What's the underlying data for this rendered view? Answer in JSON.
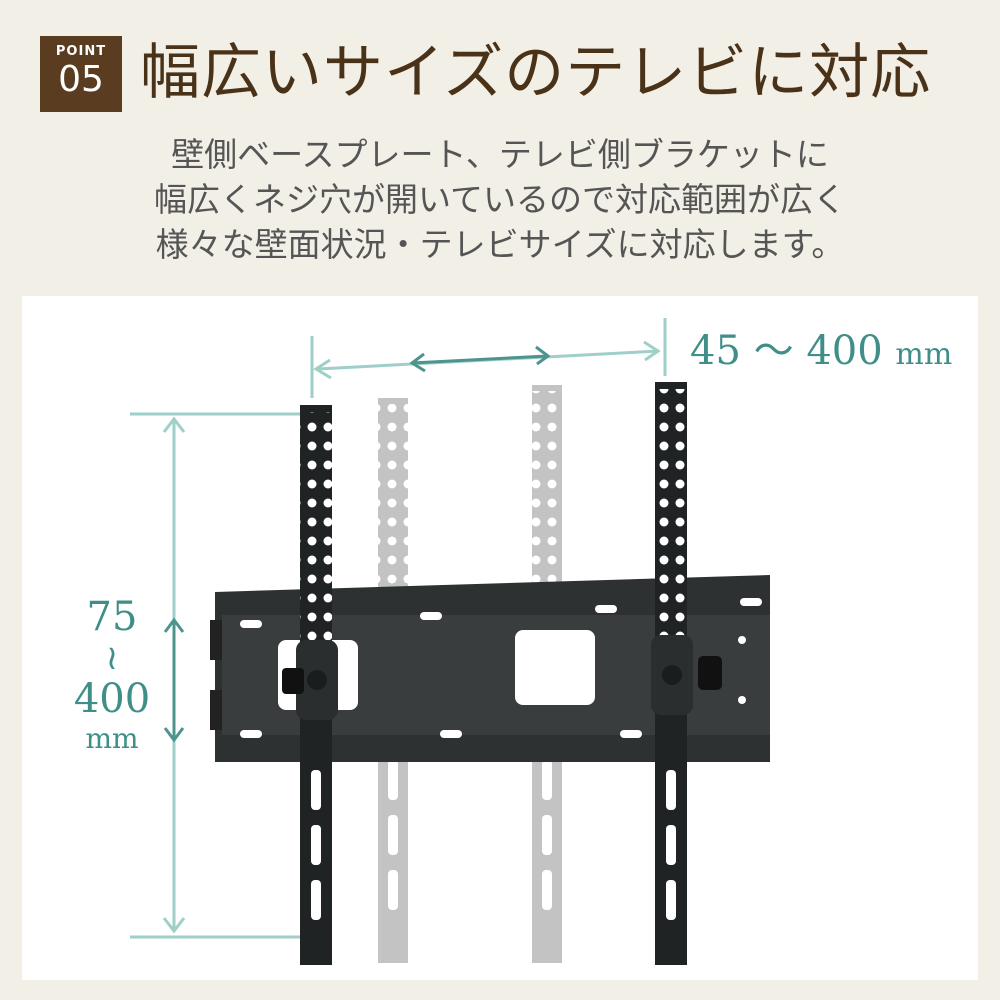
{
  "badge": {
    "label": "POINT",
    "number": "05"
  },
  "title": "幅広いサイズのテレビに対応",
  "description": [
    "壁側ベースプレート、テレビ側ブラケットに",
    "幅広くネジ穴が開いているので対応範囲が広く",
    "様々な壁面状況・テレビサイズに対応します。"
  ],
  "dimension_horizontal": {
    "value": "45 ～ 400",
    "unit": "mm"
  },
  "dimension_vertical": {
    "top": "75",
    "sep": "≀",
    "bottom": "400",
    "unit": "mm"
  },
  "colors": {
    "background": "#f2efe7",
    "badge": "#5a3d20",
    "title": "#4a3218",
    "accent": "#3f8e88"
  }
}
